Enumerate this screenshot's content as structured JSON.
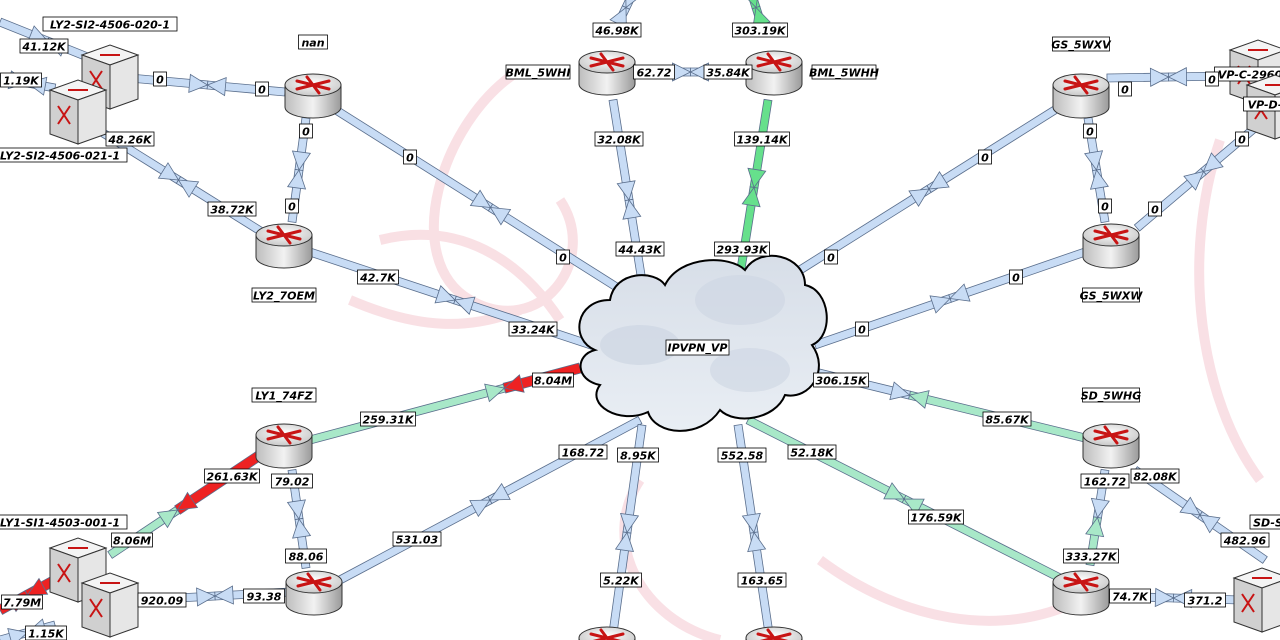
{
  "cloud": {
    "label": "IPVPN_VP"
  },
  "nodes": [
    {
      "id": "n_ly2_020",
      "label": "LY2-SI2-4506-020-1",
      "kind": "switch"
    },
    {
      "id": "n_ly2_021",
      "label": "LY2-SI2-4506-021-1",
      "kind": "switch"
    },
    {
      "id": "n_nan",
      "label": "nan",
      "kind": "router"
    },
    {
      "id": "n_ly2_7oem",
      "label": "LY2_7OEM",
      "kind": "router"
    },
    {
      "id": "n_bml_5whi",
      "label": "BML_5WHI",
      "kind": "router"
    },
    {
      "id": "n_bml_5whh",
      "label": "BML_5WHH",
      "kind": "router"
    },
    {
      "id": "n_gs_5wxv",
      "label": "GS_5WXV",
      "kind": "router"
    },
    {
      "id": "n_gs_5wxw",
      "label": "GS_5WXW",
      "kind": "router"
    },
    {
      "id": "n_vp_c",
      "label": "VP-C-2960",
      "kind": "switch"
    },
    {
      "id": "n_vp_d",
      "label": "VP-D-",
      "kind": "switch"
    },
    {
      "id": "n_ly1_74fz",
      "label": "LY1_74FZ",
      "kind": "router"
    },
    {
      "id": "n_ly1_si1",
      "label": "LY1-SI1-4503-001-1",
      "kind": "switch"
    },
    {
      "id": "n_ly1_sw2",
      "label": "",
      "kind": "switch"
    },
    {
      "id": "n_ly1_r2",
      "label": "",
      "kind": "router"
    },
    {
      "id": "n_bot1",
      "label": "",
      "kind": "router"
    },
    {
      "id": "n_bot2",
      "label": "",
      "kind": "router"
    },
    {
      "id": "n_sd_5whg",
      "label": "SD_5WHG",
      "kind": "router"
    },
    {
      "id": "n_sd_r2",
      "label": "",
      "kind": "router"
    },
    {
      "id": "n_sd_sw",
      "label": "SD-S",
      "kind": "switch"
    }
  ],
  "links": [
    {
      "id": "l1",
      "a": "41.12K"
    },
    {
      "id": "l2",
      "a": "1.19K"
    },
    {
      "id": "l3",
      "a": "0",
      "b": "0"
    },
    {
      "id": "l4",
      "a": "48.26K",
      "b": "38.72K"
    },
    {
      "id": "l5",
      "a": "0",
      "b": "0"
    },
    {
      "id": "l6",
      "a": "0",
      "b": "0"
    },
    {
      "id": "l7",
      "a": "42.7K",
      "b": "33.24K"
    },
    {
      "id": "l8",
      "a": "46.98K"
    },
    {
      "id": "l9",
      "a": "62.72",
      "b": "35.84K"
    },
    {
      "id": "l10",
      "a": "303.19K"
    },
    {
      "id": "l11",
      "a": "32.08K",
      "b": "44.43K"
    },
    {
      "id": "l12",
      "a": "139.14K",
      "b": "293.93K"
    },
    {
      "id": "l13",
      "a": "0",
      "b": "0"
    },
    {
      "id": "l14",
      "a": "0",
      "b": "0"
    },
    {
      "id": "l15",
      "a": "0",
      "b": "0"
    },
    {
      "id": "l16",
      "a": "0",
      "b": "0"
    },
    {
      "id": "l17",
      "a": "0",
      "b": "0"
    },
    {
      "id": "l18",
      "a": "259.31K",
      "b": "8.04M"
    },
    {
      "id": "l19",
      "a": "79.02",
      "b": "88.06"
    },
    {
      "id": "l20",
      "a": "8.06M",
      "b": "261.63K"
    },
    {
      "id": "l21",
      "a": "7.79M"
    },
    {
      "id": "l22",
      "a": "920.09",
      "b": "93.38"
    },
    {
      "id": "l23",
      "a": "1.15K"
    },
    {
      "id": "l24",
      "a": "531.03",
      "b": "168.72"
    },
    {
      "id": "l25",
      "a": "5.22K",
      "b": "8.95K"
    },
    {
      "id": "l26",
      "a": "163.65",
      "b": "552.58"
    },
    {
      "id": "l27",
      "a": "176.59K",
      "b": "52.18K"
    },
    {
      "id": "l28",
      "a": "85.67K",
      "b": "306.15K"
    },
    {
      "id": "l29",
      "a": "162.72",
      "b": "333.27K"
    },
    {
      "id": "l30",
      "a": "82.08K",
      "b": "482.96"
    },
    {
      "id": "l31",
      "a": "74.7K",
      "b": "371.2"
    }
  ],
  "colors": {
    "link_light_blue": "#c8dcf5",
    "link_light_green": "#a8e8c8",
    "link_green": "#66e08c",
    "link_red": "#ee2222",
    "link_outline": "#5a6e8c",
    "watermark": "#f4c8d0"
  }
}
